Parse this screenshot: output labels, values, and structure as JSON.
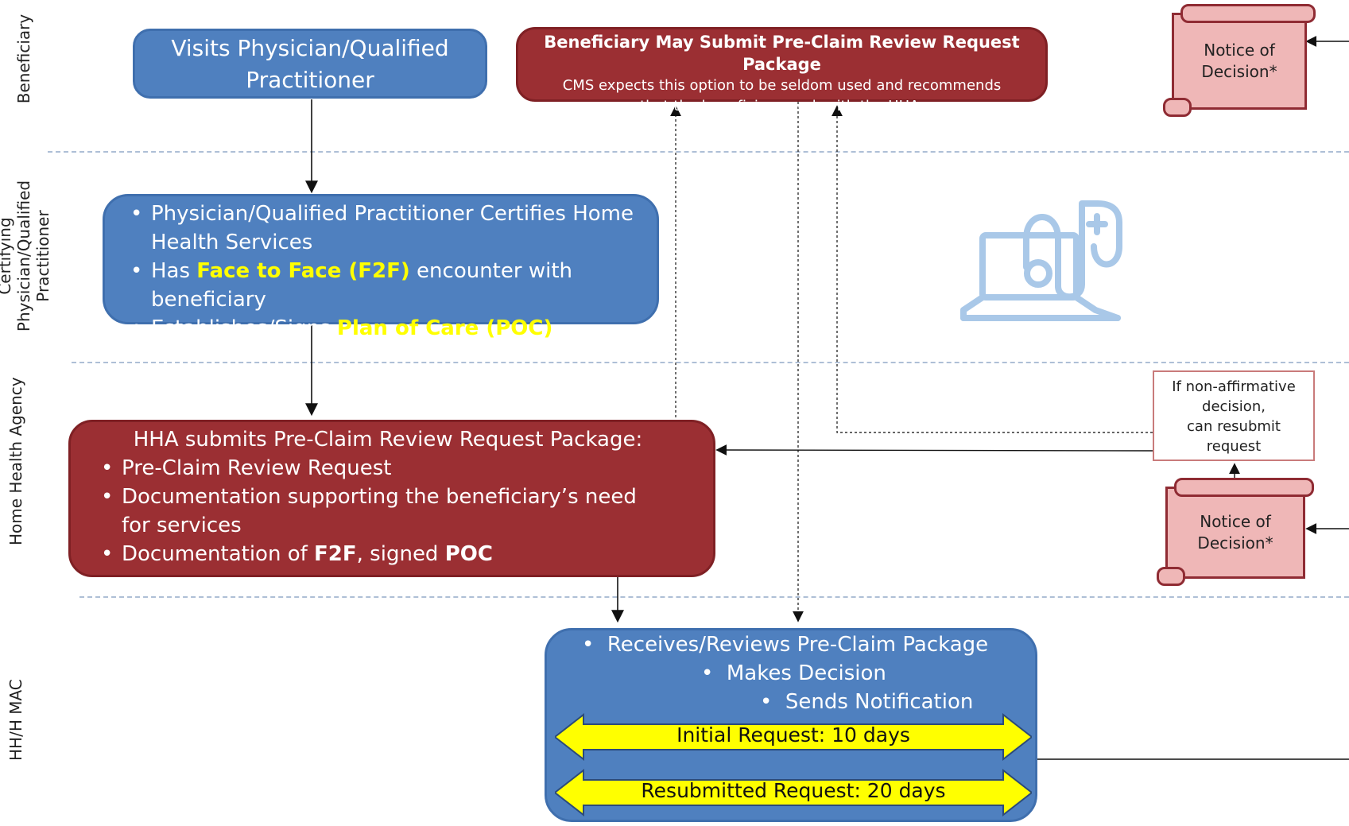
{
  "lanes": {
    "beneficiary": "Beneficiary",
    "certifying_line1": "Certifying",
    "certifying_line2": "Physician/Qualified",
    "certifying_line3": "Practitioner",
    "hha": "Home Health Agency",
    "mac": "HH/H MAC"
  },
  "visits_box": {
    "line1": "Visits Physician/Qualified",
    "line2": "Practitioner"
  },
  "beneficiary_submit_box": {
    "title": "Beneficiary May Submit Pre-Claim Review Request Package",
    "body": "CMS expects this option to be seldom used and recommends that the beneficiary work with the HHA."
  },
  "notice_top": {
    "line1": "Notice of",
    "line2": "Decision*"
  },
  "notice_bottom": {
    "line1": "Notice of",
    "line2": "Decision*"
  },
  "certify_box": {
    "item1": "Physician/Qualified Practitioner Certifies Home Health Services",
    "item2_pre": "Has ",
    "item2_hl": "Face to Face (F2F)",
    "item2_post": " encounter with beneficiary",
    "item3_pre": "Establishes/Signs ",
    "item3_hl": "Plan of Care (POC)"
  },
  "resubmit_note": {
    "line1": "If non-affirmative",
    "line2": "decision,",
    "line3": "can resubmit",
    "line4": "request"
  },
  "hha_box": {
    "title": "HHA submits Pre-Claim Review Request Package:",
    "item1": "Pre-Claim Review Request",
    "item2": "Documentation supporting the beneficiary’s need for services",
    "item3_pre": "Documentation of ",
    "item3_b1": "F2F",
    "item3_mid": ", signed ",
    "item3_b2": "POC"
  },
  "mac_box": {
    "item1": "Receives/Reviews Pre-Claim Package",
    "item2": "Makes Decision",
    "item3": "Sends Notification",
    "initial": "Initial Request: 10 days",
    "resubmitted": "Resubmitted Request: 20 days"
  },
  "colors": {
    "blue": "#4f80bf",
    "red": "#9b2f33",
    "highlight": "#ffff00",
    "scroll": "#efb7b7",
    "icon": "#a9c8e8"
  },
  "icons": [
    "laptop-stethoscope-icon"
  ]
}
